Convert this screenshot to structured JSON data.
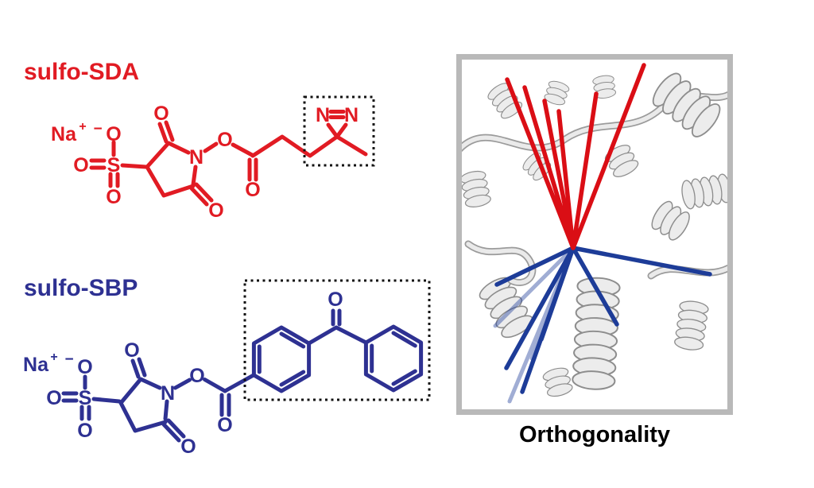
{
  "molecules": [
    {
      "name": "sulfo-SDA",
      "color": "#e11b23"
    },
    {
      "name": "sulfo-SBP",
      "color": "#2e3192"
    }
  ],
  "atoms": {
    "O": "O",
    "N": "N",
    "S": "S",
    "Na": "Na",
    "plus": "+",
    "minus": "−"
  },
  "colors": {
    "sda": "#e11b23",
    "sbp": "#2e3192",
    "sda_stick": "#da0e15",
    "sbp_stick": "#1d3c98",
    "box": "#111111",
    "frame": "#b9b9b9"
  },
  "panel": {
    "caption": "Orthogonality"
  }
}
